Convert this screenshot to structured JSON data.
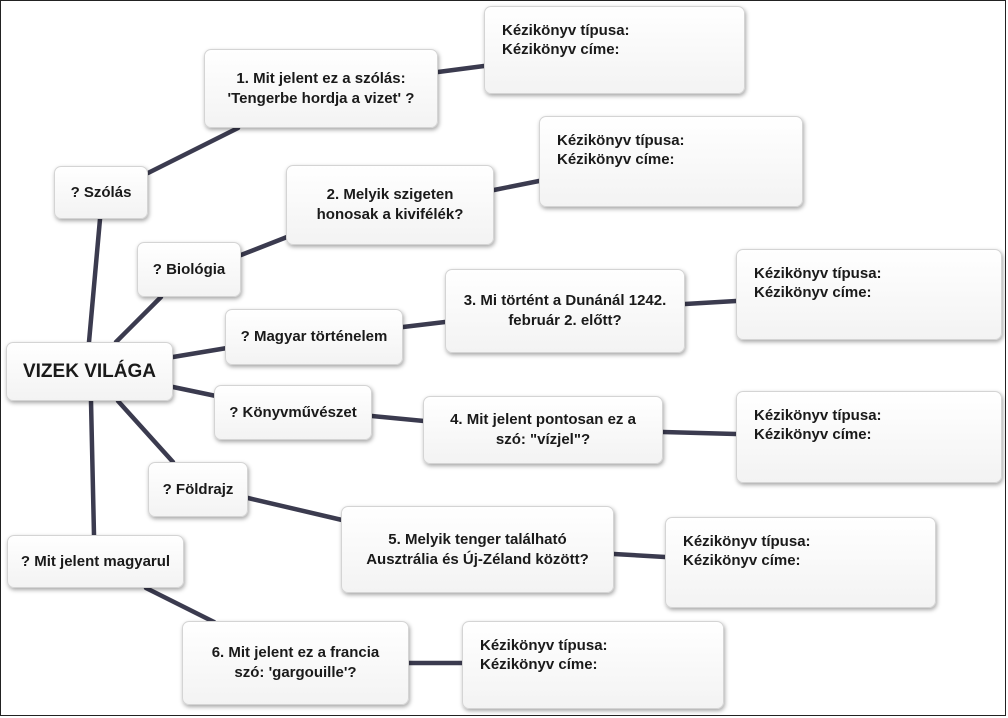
{
  "root": {
    "label": "VIZEK VILÁGA"
  },
  "categories": [
    "? Szólás",
    "? Biológia",
    "? Magyar történelem",
    "? Könyvművészet",
    "? Földrajz",
    "? Mit jelent magyarul"
  ],
  "questions": [
    [
      "1. Mit jelent ez a szólás:",
      "'Tengerbe hordja a vizet' ?"
    ],
    [
      "2. Melyik szigeten",
      "honosak a kivifélék?"
    ],
    [
      "3. Mi történt a Dunánál 1242.",
      "február 2. előtt?"
    ],
    [
      "4. Mit jelent pontosan ez a",
      "szó: \"vízjel\"?"
    ],
    [
      "5. Melyik tenger található",
      "Ausztrália és Új-Zéland között?"
    ],
    [
      "6. Mit jelent ez a francia",
      "szó: 'gargouille'?"
    ]
  ],
  "answer_template": {
    "type_label": "Kézikönyv típusa:",
    "title_label": "Kézikönyv címe:"
  },
  "colors": {
    "link": "#3b3b4f",
    "border": "#d4d4d4"
  }
}
